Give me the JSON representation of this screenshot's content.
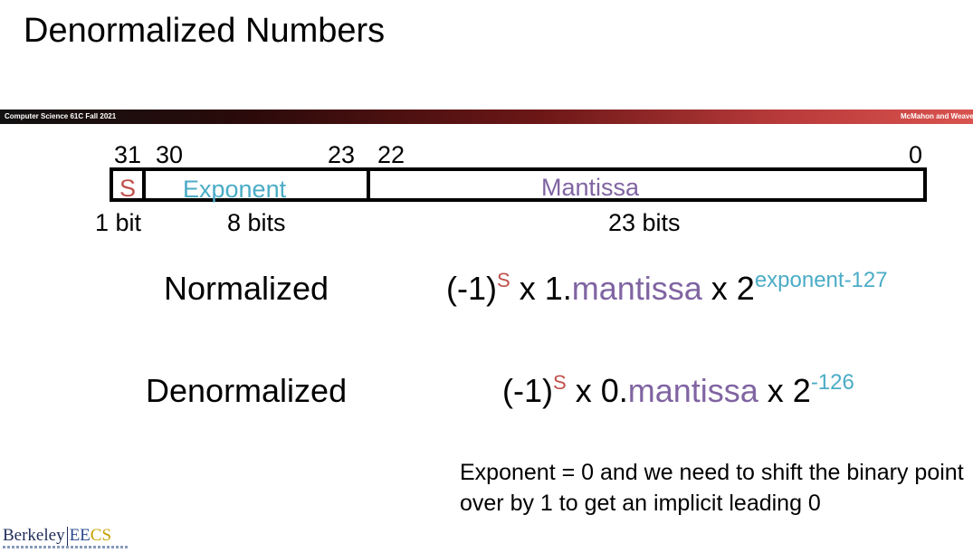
{
  "slide": {
    "title": "Denormalized Numbers",
    "banner_left": "Computer Science 61C Fall 2021",
    "banner_right": "McMahon and Weaver"
  },
  "bit_layout": {
    "bit_numbers": {
      "b31": "31",
      "b30": "30",
      "b23": "23",
      "b22": "22",
      "b0": "0"
    },
    "fields": {
      "sign": "S",
      "exponent": "Exponent",
      "mantissa": "Mantissa"
    },
    "sizes": {
      "sign": "1 bit",
      "exponent": "8 bits",
      "mantissa": "23 bits"
    }
  },
  "normalized": {
    "label": "Normalized",
    "neg1": "(-1)",
    "sign_sup": "S",
    "times1": " x 1.",
    "mantissa": "mantissa",
    "times2": " x 2",
    "exp_sup": "exponent-127"
  },
  "denormalized": {
    "label": "Denormalized",
    "neg1": "(-1)",
    "sign_sup": "S",
    "times1": " x 0.",
    "mantissa": "mantissa",
    "times2": " x 2",
    "exp_sup": "-126"
  },
  "note": "Exponent = 0 and we need to shift the binary point over by 1 to get an implicit leading 0",
  "logo": {
    "berkeley": "Berkeley",
    "ee": "EE",
    "cs": "CS"
  },
  "colors": {
    "sign": "#c0504d",
    "exponent": "#4bacc6",
    "mantissa": "#8064a2"
  }
}
